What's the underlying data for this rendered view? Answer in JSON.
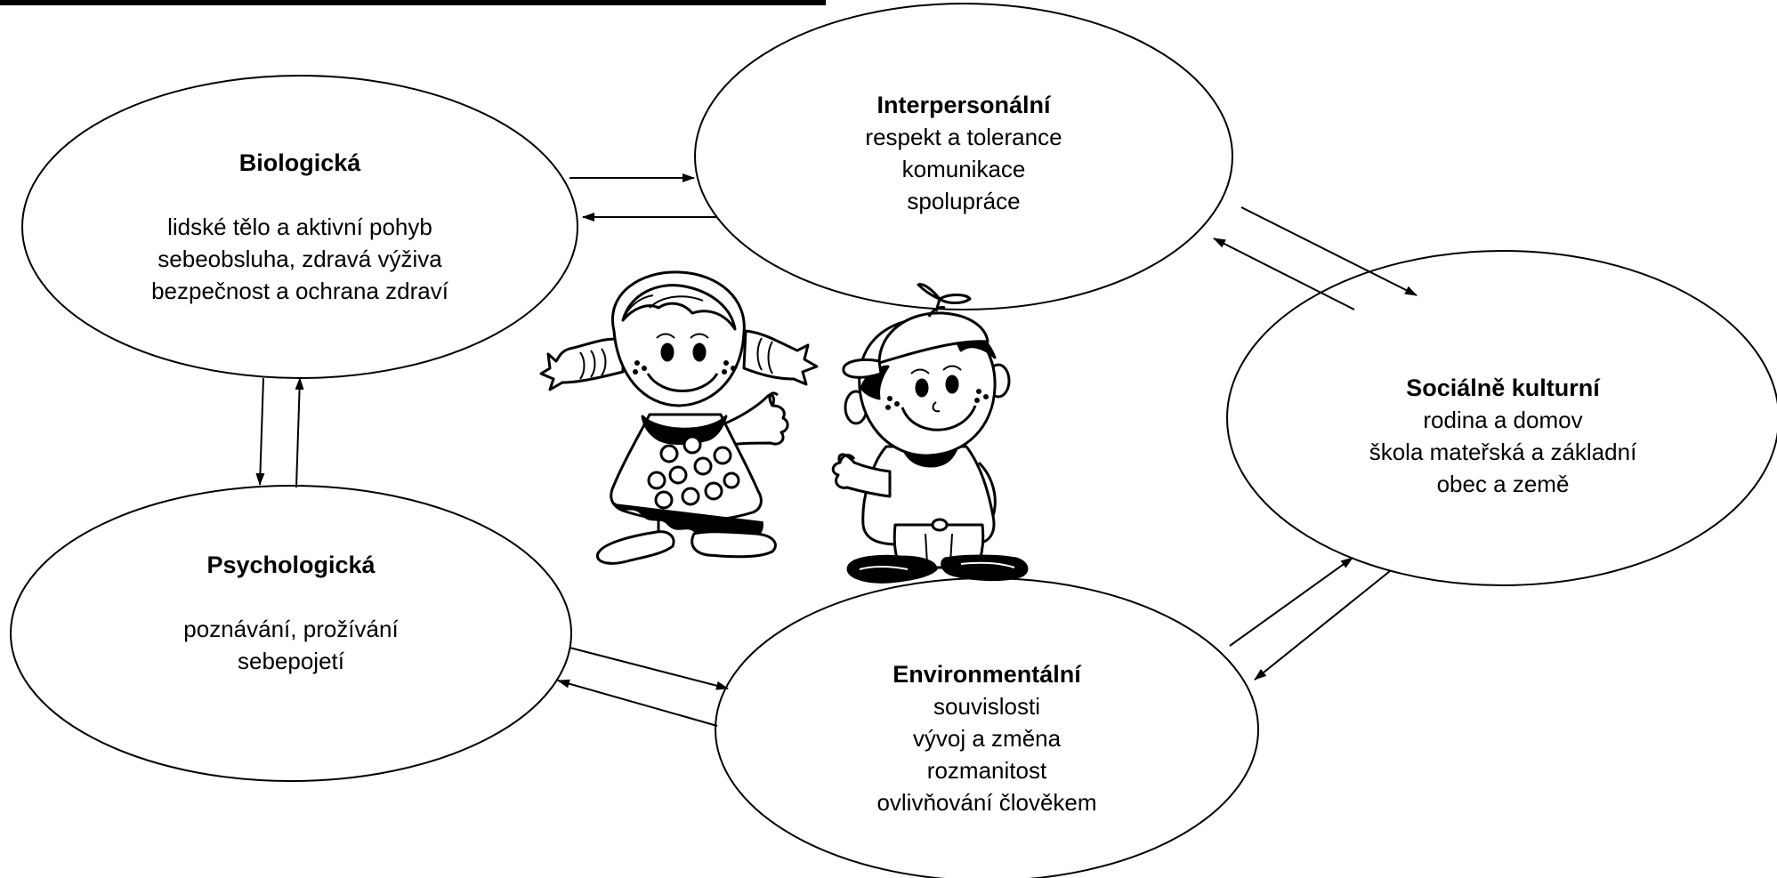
{
  "nodes": {
    "biologicka": {
      "title": "Biologická",
      "items": [
        "lidské tělo a aktivní pohyb",
        "sebeobsluha, zdravá výživa",
        "bezpečnost a ochrana zdraví"
      ]
    },
    "interpersonalni": {
      "title": "Interpersonální",
      "items": [
        "respekt a tolerance",
        "komunikace",
        "spolupráce"
      ]
    },
    "socialne_kulturni": {
      "title": "Sociálně kulturní",
      "items": [
        "rodina a domov",
        "škola mateřská a základní",
        "obec a země"
      ]
    },
    "psychologicka": {
      "title": "Psychologická",
      "items": [
        "poznávání, prožívání",
        "sebepojetí"
      ]
    },
    "environmentalni": {
      "title": "Environmentální",
      "items": [
        "souvislosti",
        "vývoj a změna",
        "rozmanitost",
        "ovlivňování člověkem"
      ]
    }
  },
  "connections": [
    {
      "from": "Biologická",
      "to": "Interpersonální"
    },
    {
      "from": "Interpersonální",
      "to": "Biologická"
    },
    {
      "from": "Interpersonální",
      "to": "Sociálně kulturní"
    },
    {
      "from": "Sociálně kulturní",
      "to": "Interpersonální"
    },
    {
      "from": "Biologická",
      "to": "Psychologická"
    },
    {
      "from": "Psychologická",
      "to": "Biologická"
    },
    {
      "from": "Psychologická",
      "to": "Environmentální"
    },
    {
      "from": "Environmentální",
      "to": "Psychologická"
    },
    {
      "from": "Environmentální",
      "to": "Sociálně kulturní"
    },
    {
      "from": "Sociálně kulturní",
      "to": "Environmentální"
    }
  ],
  "illustrations": [
    "girl-cartoon",
    "boy-cartoon"
  ]
}
